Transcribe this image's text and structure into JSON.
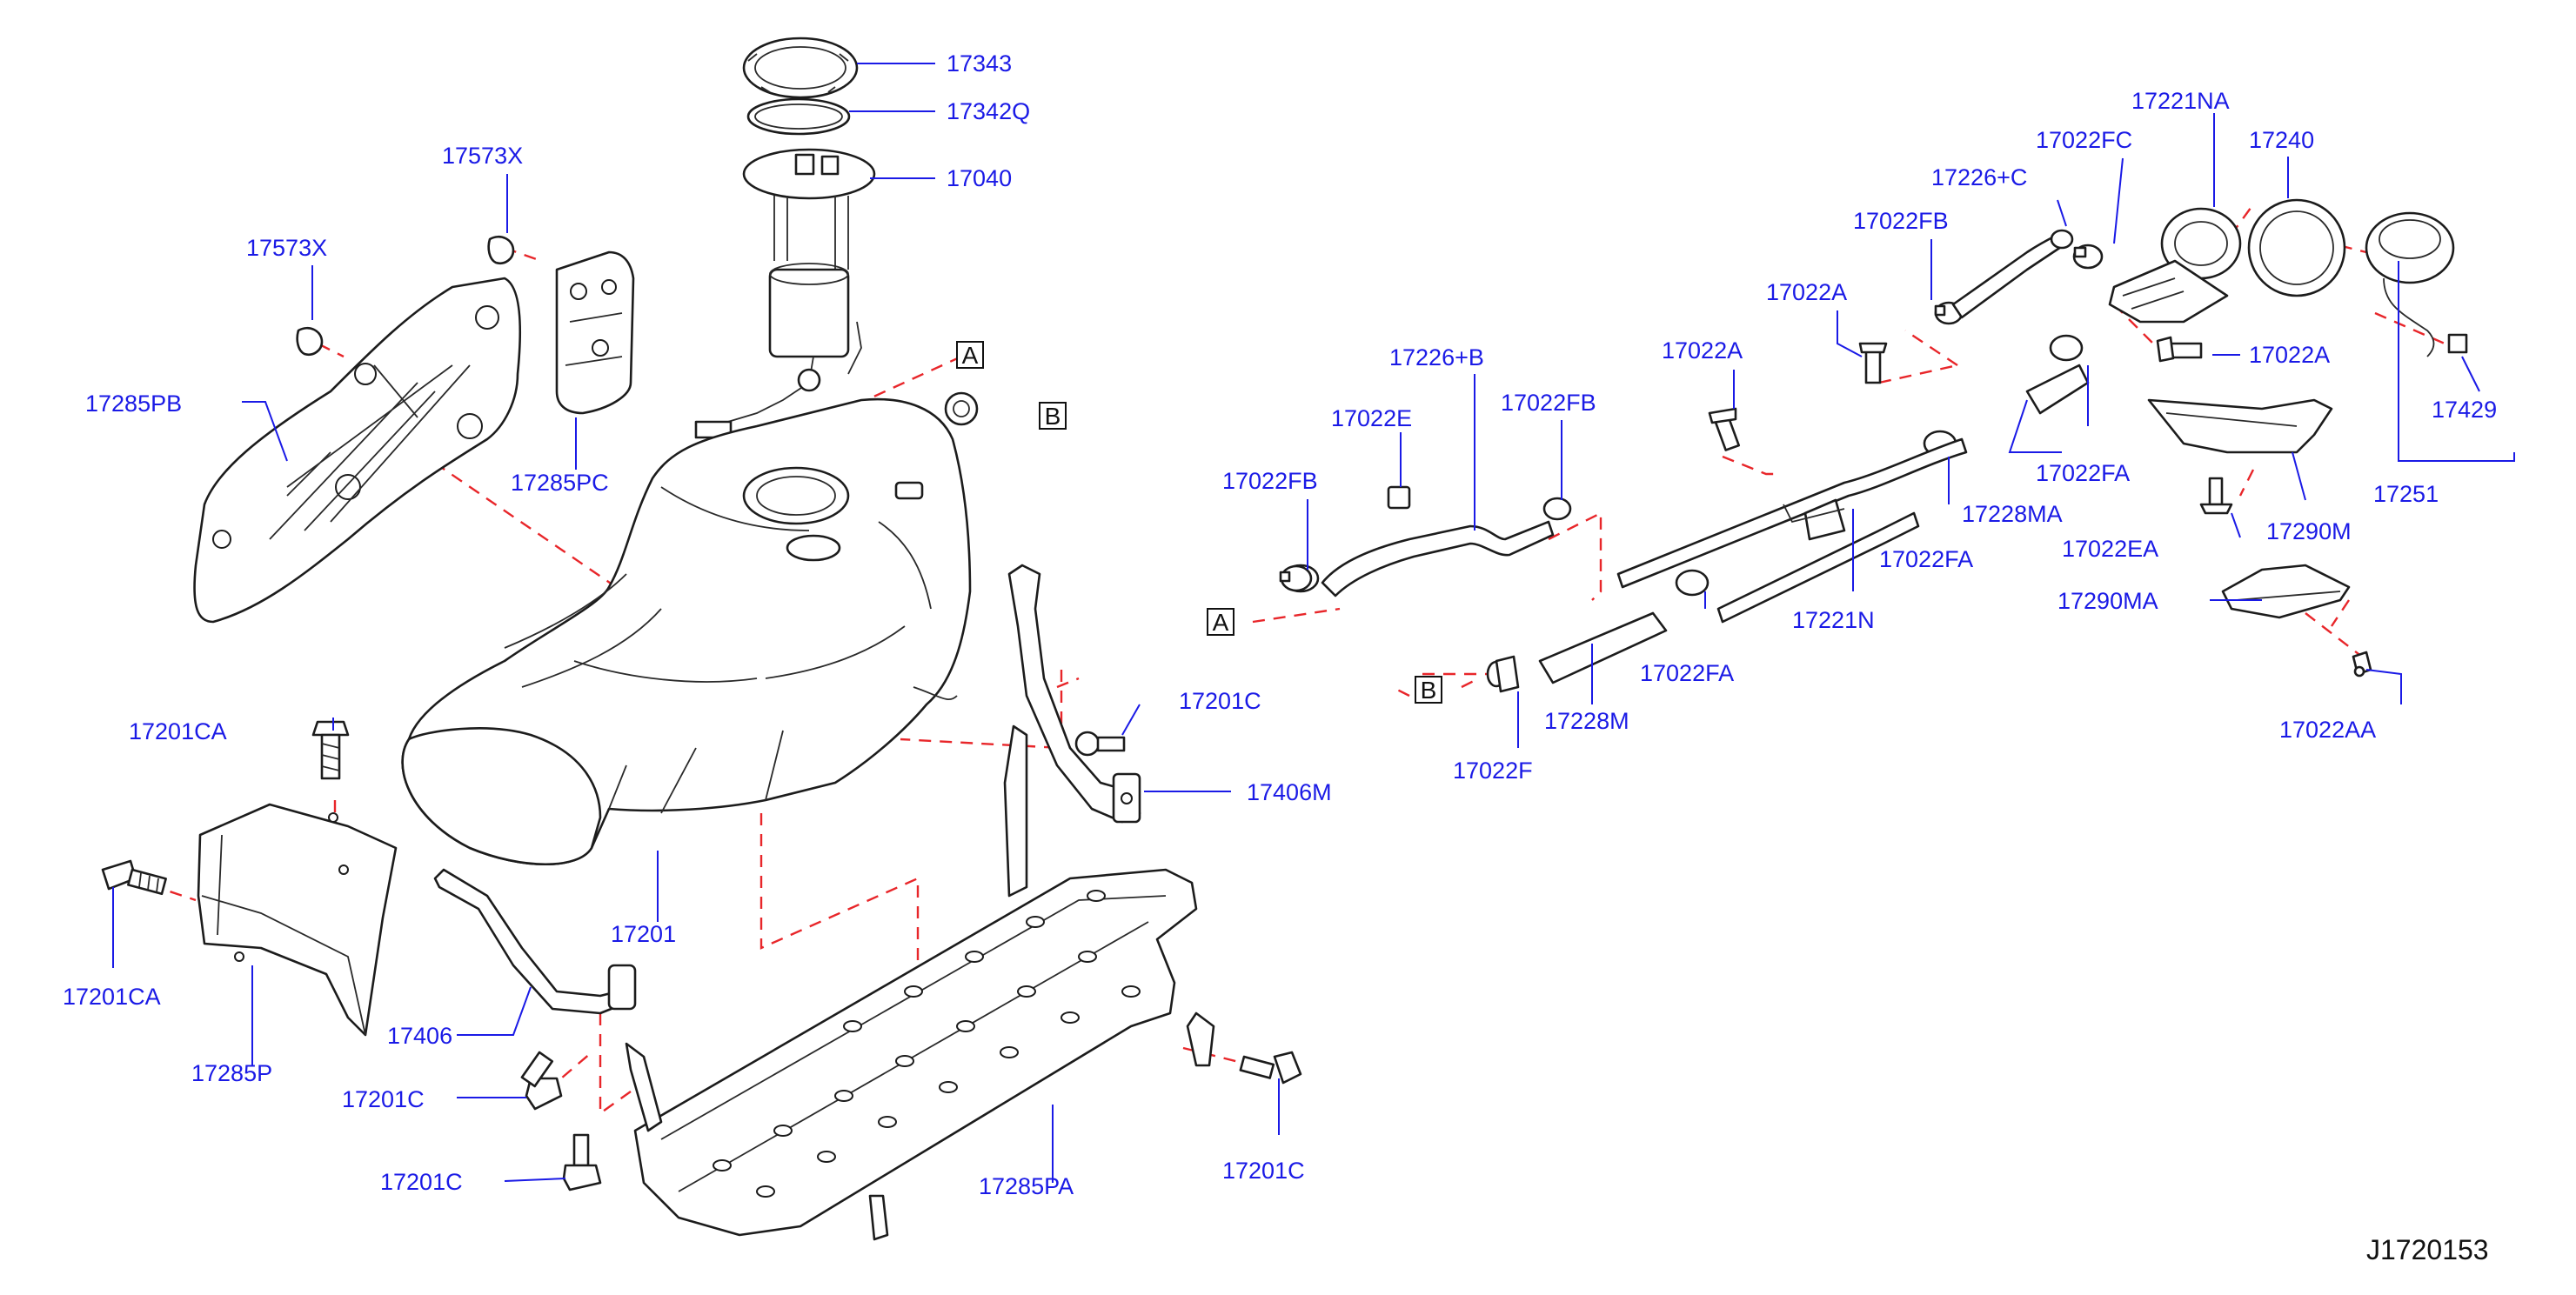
{
  "diagram_id": "J1720153",
  "colors": {
    "label": "#1a1ae6",
    "dash": "#e8262a",
    "line": "#1c1c1c"
  },
  "parts": {
    "p17343": "17343",
    "p17342Q": "17342Q",
    "p17040": "17040",
    "p17573X_a": "17573X",
    "p17573X_b": "17573X",
    "p17285PB": "17285PB",
    "p17285PC": "17285PC",
    "p17201CA_a": "17201CA",
    "p17201CA_b": "17201CA",
    "p17285P": "17285P",
    "p17201": "17201",
    "p17406": "17406",
    "p17201C_a": "17201C",
    "p17201C_b": "17201C",
    "p17201C_c": "17201C",
    "p17201C_d": "17201C",
    "p17406M": "17406M",
    "p17285PA": "17285PA",
    "p17022FB_a": "17022FB",
    "p17022FB_b": "17022FB",
    "p17022FB_c": "17022FB",
    "p17022E": "17022E",
    "p17226B": "17226+B",
    "p17226C": "17226+C",
    "p17022A_a": "17022A",
    "p17022A_b": "17022A",
    "p17022A_c": "17022A",
    "p17022FC": "17022FC",
    "p17221NA": "17221NA",
    "p17240": "17240",
    "p17429": "17429",
    "p17251": "17251",
    "p17022FA_a": "17022FA",
    "p17022FA_b": "17022FA",
    "p17022FA_c": "17022FA",
    "p17228MA": "17228MA",
    "p17022EA": "17022EA",
    "p17290M": "17290M",
    "p17290MA": "17290MA",
    "p17221N": "17221N",
    "p17228M": "17228M",
    "p17022F": "17022F",
    "p17022AA": "17022AA"
  },
  "refs": {
    "a1": "A",
    "a2": "A",
    "b1": "B",
    "b2": "B"
  }
}
